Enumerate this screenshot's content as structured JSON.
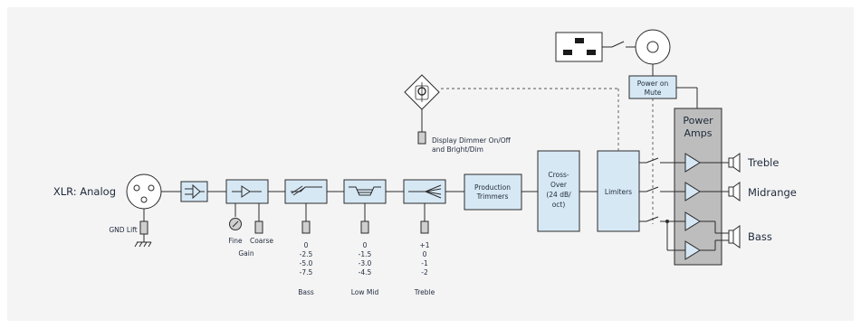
{
  "diagram": {
    "input": {
      "label": "XLR: Analog",
      "gnd_lift": "GND Lift"
    },
    "gain": {
      "fine": "Fine",
      "coarse": "Coarse",
      "label": "Gain"
    },
    "bass": {
      "label": "Bass",
      "values": [
        "0",
        "-2.5",
        "-5.0",
        "-7.5"
      ]
    },
    "low_mid": {
      "label": "Low Mid",
      "values": [
        "0",
        "-1.5",
        "-3.0",
        "-4.5"
      ]
    },
    "treble": {
      "label": "Treble",
      "values": [
        "+1",
        "0",
        "-1",
        "-2"
      ]
    },
    "production": {
      "line1": "Production",
      "line2": "Trimmers"
    },
    "crossover": {
      "line1": "Cross-",
      "line2": "Over",
      "line3": "(24 dB/",
      "line4": "oct)"
    },
    "limiters": "Limiters",
    "display": {
      "line1": "Display Dimmer On/Off",
      "line2": "and Bright/Dim"
    },
    "power_mute": {
      "line1": "Power on",
      "line2": "Mute"
    },
    "power_amps": {
      "line1": "Power",
      "line2": "Amps"
    },
    "outputs": {
      "treble": "Treble",
      "midrange": "Midrange",
      "bass": "Bass"
    }
  }
}
